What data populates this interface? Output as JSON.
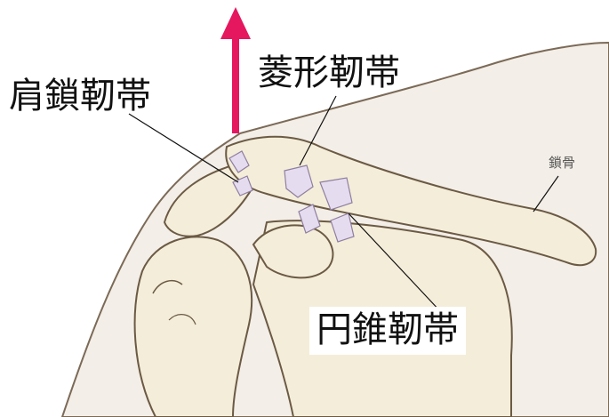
{
  "labels": {
    "acromioclavicular": "肩鎖靭帯",
    "trapezoid": "菱形靭帯",
    "conoid": "円錐靭帯",
    "clavicle": "鎖骨"
  },
  "colors": {
    "arrow": "#e4175f",
    "bone_fill": "#f4edd9",
    "bone_stroke": "#6b5a44",
    "skin_fill": "#f3eee7",
    "ligament": "#c9b6d3"
  },
  "icons": {
    "arrow": "upward-arrow-icon"
  }
}
